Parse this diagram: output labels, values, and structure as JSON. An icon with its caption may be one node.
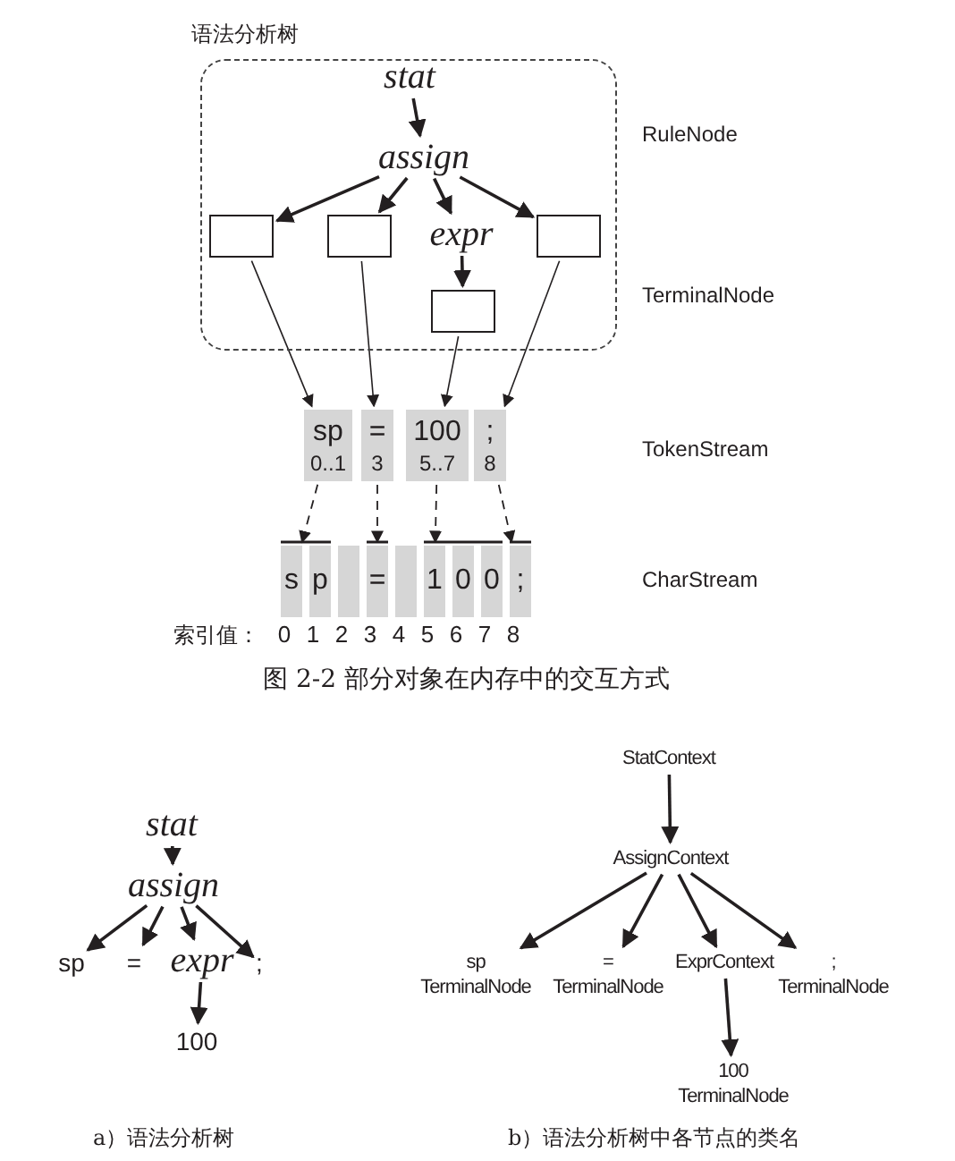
{
  "diagram": {
    "caption": "图 2-2 部分对象在内存中的交互方式",
    "nodes": [
      {
        "text": [
          "语法分析树"
        ]
      },
      {
        "text": [
          "stat"
        ],
        "in": 0
      },
      {
        "text": [
          "assign"
        ],
        "in": 0
      },
      {
        "text": [],
        "shape": "box",
        "in": 0
      },
      {
        "text": [],
        "shape": "box",
        "in": 0
      },
      {
        "text": [
          "expr"
        ],
        "in": 0
      },
      {
        "text": [],
        "shape": "box",
        "in": 0
      },
      {
        "text": [],
        "shape": "box",
        "in": 0
      },
      {
        "text": [
          "sp",
          "0..1"
        ]
      },
      {
        "text": [
          "=",
          "3"
        ]
      },
      {
        "text": [
          "100",
          "5..7"
        ]
      },
      {
        "text": [
          ";",
          "8"
        ]
      },
      {
        "text": [
          "s"
        ]
      },
      {
        "text": [
          "p"
        ]
      },
      {
        "text": [],
        "shape": "box"
      },
      {
        "text": [
          "="
        ]
      },
      {
        "text": [],
        "shape": "box"
      },
      {
        "text": [
          "1"
        ]
      },
      {
        "text": [
          "0"
        ]
      },
      {
        "text": [
          "0"
        ]
      },
      {
        "text": [
          ";"
        ]
      },
      {
        "text": [
          "stat"
        ]
      },
      {
        "text": [
          "assign"
        ]
      },
      {
        "text": [
          "sp"
        ]
      },
      {
        "text": [
          "="
        ]
      },
      {
        "text": [
          "expr"
        ]
      },
      {
        "text": [
          ";"
        ]
      },
      {
        "text": [
          "100"
        ]
      },
      {
        "text": [
          "StatContext"
        ]
      },
      {
        "text": [
          "AssignContext"
        ]
      },
      {
        "text": [
          "sp",
          "TerminalNode"
        ]
      },
      {
        "text": [
          "=",
          "TerminalNode"
        ]
      },
      {
        "text": [
          "ExprContext"
        ]
      },
      {
        "text": [
          ";",
          "TerminalNode"
        ]
      },
      {
        "text": [
          "100",
          "TerminalNode"
        ]
      }
    ],
    "edges": [
      {
        "from": 1,
        "to": 2,
        "arrow": "to"
      },
      {
        "from": 2,
        "to": 3,
        "arrow": "to"
      },
      {
        "from": 2,
        "to": 4,
        "arrow": "to"
      },
      {
        "from": 2,
        "to": 5,
        "arrow": "to"
      },
      {
        "from": 2,
        "to": 6,
        "arrow": "to"
      },
      {
        "from": 5,
        "to": 7,
        "arrow": "to"
      },
      {
        "from": 3,
        "to": 8,
        "arrow": "to"
      },
      {
        "from": 4,
        "to": 9,
        "arrow": "to"
      },
      {
        "from": 7,
        "to": 10,
        "arrow": "to"
      },
      {
        "from": 6,
        "to": 11,
        "arrow": "to"
      },
      {
        "from": 8,
        "to": 12,
        "arrow": "to",
        "style": "dashed"
      },
      {
        "from": 9,
        "to": 15,
        "arrow": "to",
        "style": "dashed"
      },
      {
        "from": 10,
        "to": 17,
        "arrow": "to",
        "style": "dashed"
      },
      {
        "from": 11,
        "to": 20,
        "arrow": "to",
        "style": "dashed"
      },
      {
        "from": 21,
        "to": 22,
        "arrow": "to"
      },
      {
        "from": 22,
        "to": 23,
        "arrow": "to"
      },
      {
        "from": 22,
        "to": 24,
        "arrow": "to"
      },
      {
        "from": 22,
        "to": 25,
        "arrow": "to"
      },
      {
        "from": 22,
        "to": 26,
        "arrow": "to"
      },
      {
        "from": 25,
        "to": 27,
        "arrow": "to"
      },
      {
        "from": 28,
        "to": 29,
        "arrow": "to"
      },
      {
        "from": 29,
        "to": 30,
        "arrow": "to"
      },
      {
        "from": 29,
        "to": 31,
        "arrow": "to"
      },
      {
        "from": 29,
        "to": 32,
        "arrow": "to"
      },
      {
        "from": 29,
        "to": 33,
        "arrow": "to"
      },
      {
        "from": 32,
        "to": 34,
        "arrow": "to"
      }
    ],
    "labels": [
      "RuleNode",
      "TerminalNode",
      "TokenStream",
      "CharStream",
      "索引值：",
      "0",
      "1",
      "2",
      "3",
      "4",
      "5",
      "6",
      "7",
      "8",
      "a）语法分析树",
      "b）语法分析树中各节点的类名"
    ]
  }
}
